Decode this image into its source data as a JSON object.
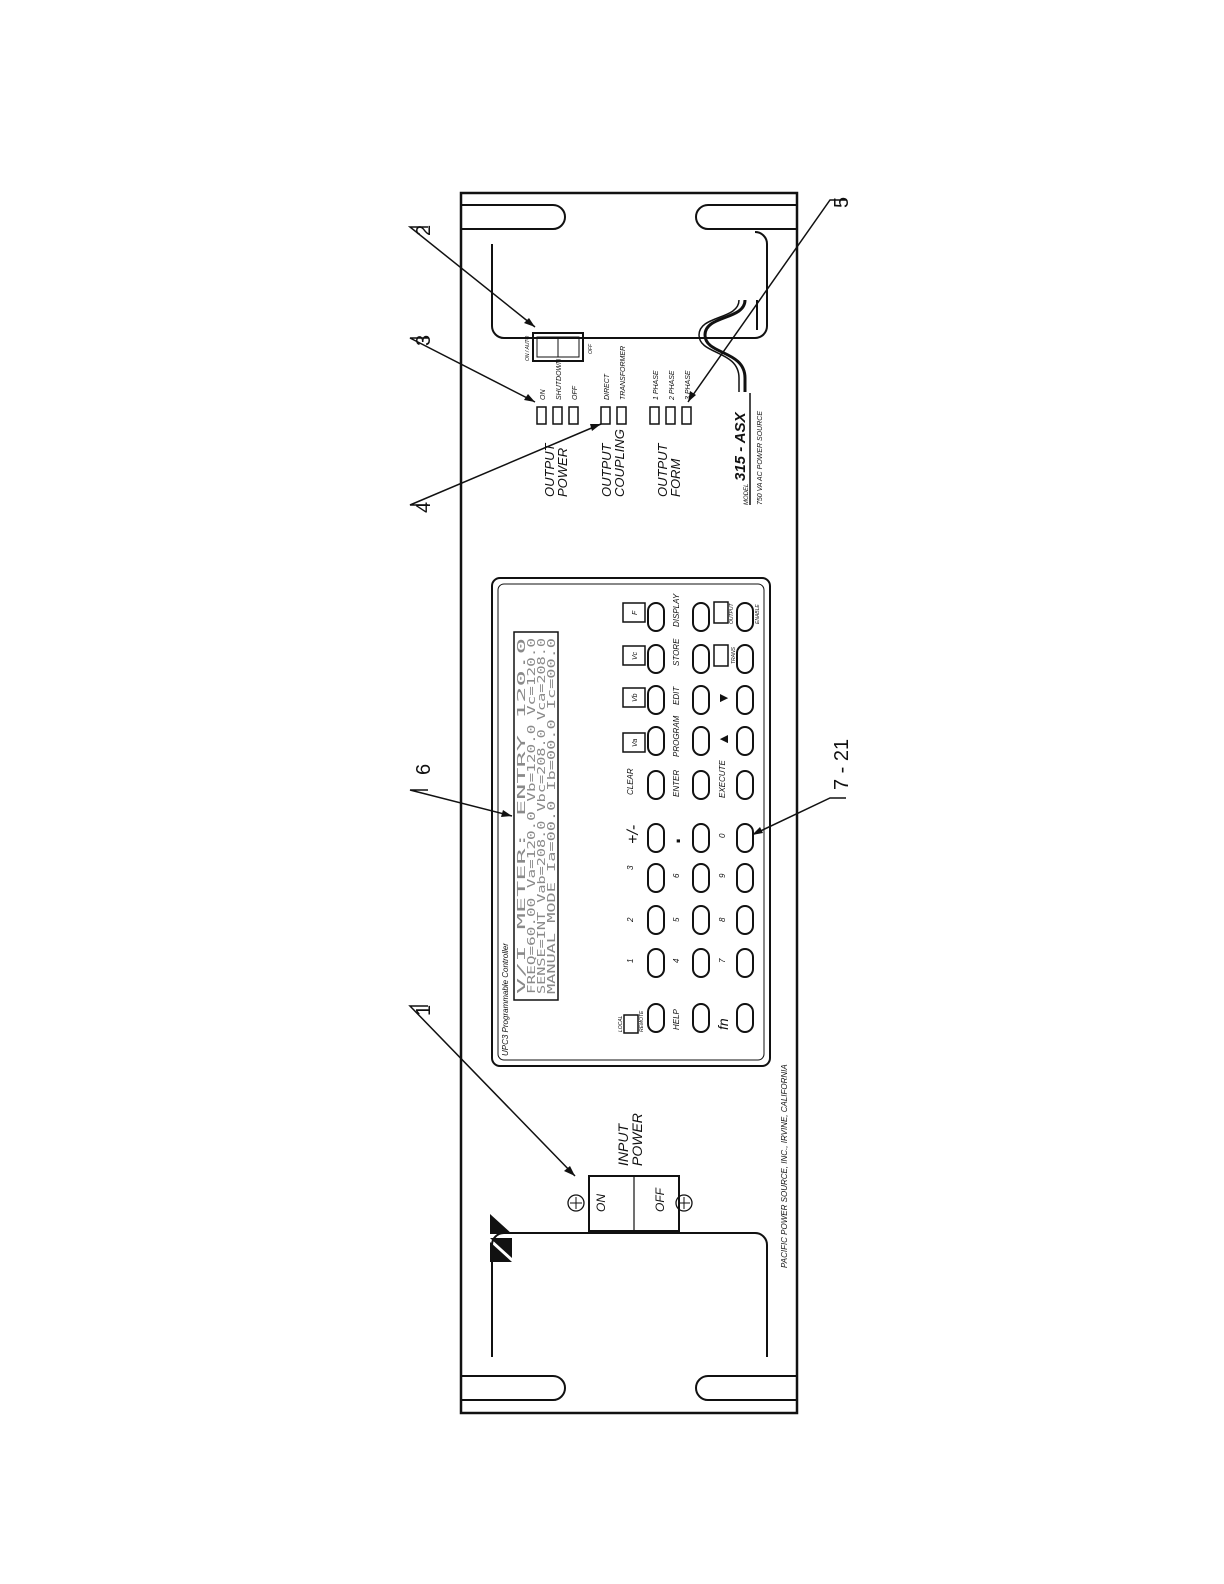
{
  "callouts": [
    "1",
    "2",
    "3",
    "4",
    "5",
    "6",
    "7 - 21"
  ],
  "input_power": {
    "label_line1": "INPUT",
    "label_line2": "POWER",
    "on": "ON",
    "off": "OFF"
  },
  "controller_title": "UPC3 Programmable Controller",
  "lcd_lines": [
    "V/I METER:          ENTRY 120.0",
    "FREQ=60.00  Va=120.0  Vb=120.0  Vc=120.0",
    "SENSE=INT   Vab=208.0  Vbc=208.0  Vca=208.0",
    "MANUAL MODE Ia=00.0    Ib=00.0    Ic=00.0"
  ],
  "keypad": {
    "row1": [
      "LOCAL / REMOTE",
      "1",
      "2",
      "3",
      "+/-",
      "CLEAR",
      "Va",
      "Vb",
      "Vc",
      "F"
    ],
    "row2": [
      "HELP",
      "4",
      "5",
      "6",
      "·",
      "ENTER",
      "PROGRAM",
      "EDIT",
      "STORE",
      "DISPLAY"
    ],
    "row3": [
      "fn",
      "7",
      "8",
      "9",
      "0",
      "EXECUTE",
      "▲",
      "▼",
      "TRANS",
      "OUTPUT ENABLE"
    ],
    "local": "LOCAL",
    "remote": "REMOTE",
    "trans": "TRANS",
    "output_line1": "OUTPUT",
    "output_line2": "ENABLE"
  },
  "output_power": {
    "line1": "OUTPUT",
    "line2": "POWER",
    "leds": [
      "ON",
      "SHUTDOWN",
      "OFF"
    ]
  },
  "output_coupling": {
    "line1": "OUTPUT",
    "line2": "COUPLING",
    "leds": [
      "DIRECT",
      "TRANSFORMER"
    ]
  },
  "output_form": {
    "line1": "OUTPUT",
    "line2": "FORM",
    "leds": [
      "1 PHASE",
      "2 PHASE",
      "3 PHASE"
    ]
  },
  "breaker": {
    "on_auto": "ON / AUTO",
    "off": "OFF"
  },
  "model": {
    "prefix": "MODEL",
    "number": "315 - ASX",
    "subtitle": "750 VA AC POWER SOURCE"
  },
  "manufacturer": "PACIFIC POWER SOURCE, INC., IRVINE, CALIFORNIA"
}
